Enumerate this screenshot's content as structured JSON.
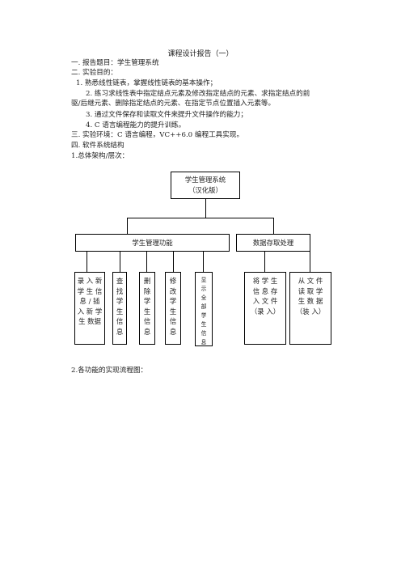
{
  "doc": {
    "title": "课程设计报告（一）",
    "lines": [
      "一.    报告题目：学生管理系统",
      "二.    实验目的：",
      "1.   熟悉线性链表，掌握线性链表的基本操作；",
      "2.   练习求线性表中指定结点元素及修改指定结点的元素、求指定结点的前",
      "驱/后继元素、删除指定结点的元素、在指定节点位置插入元素等。",
      "3.   通过文件保存和读取文件来提升文件操作的能力；",
      "4.   C 语言编程能力的提升训练。",
      "三.    实验环境：C 语言编程，VC++6.0 编程工具实现。",
      "四.    软件系统结构",
      "1.总体架构/层次："
    ],
    "footer": "2.各功能的实现流程图："
  },
  "diagram": {
    "root_line1": "学生管理系统",
    "root_line2": "（汉化版）",
    "left_group": "学生管理功能",
    "right_group": "数据存取处理",
    "leaves": [
      "录 入 新 学 生 信 息 / 插 入 新 学 生 数据",
      "查 找 学 生 信 息",
      "删 除 学 生 信 息",
      "修 改 学 生 信 息",
      "显 示 全 部 学 生 信 息",
      "将 学 生 信 息 存 入 文 件（录 入）",
      "从 文 件 读 取 学 生 数 据（装 入）"
    ]
  }
}
